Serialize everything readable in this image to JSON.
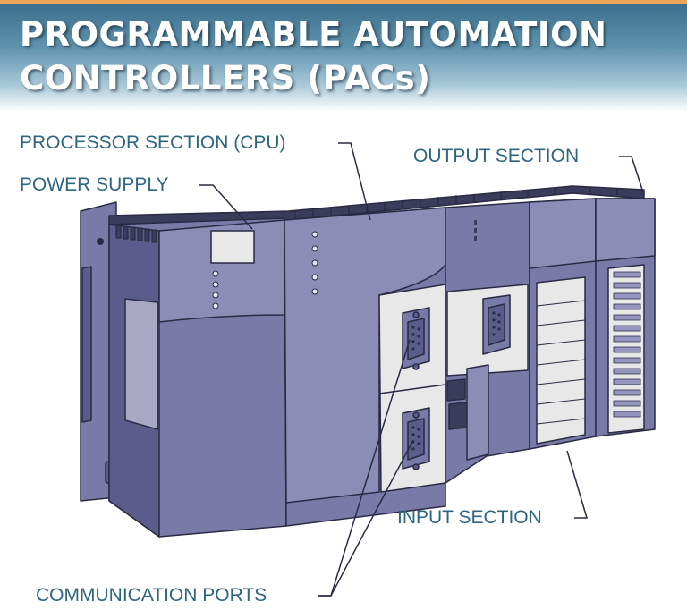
{
  "title": {
    "line1": "PROGRAMMABLE AUTOMATION",
    "line2": "CONTROLLERS (PACs)"
  },
  "labels": {
    "processor": "PROCESSOR SECTION (CPU)",
    "power_supply": "POWER SUPPLY",
    "output": "OUTPUT SECTION",
    "input": "INPUT SECTION",
    "comm_ports": "COMMUNICATION PORTS"
  },
  "colors": {
    "body": "#7a7aa8",
    "body_dark": "#5c5c8c",
    "body_light": "#9595c0",
    "outline": "#2a2a44",
    "panel": "#e8e8e8",
    "callout_text": "#2e6680",
    "header_stripe": "#f0a858"
  }
}
